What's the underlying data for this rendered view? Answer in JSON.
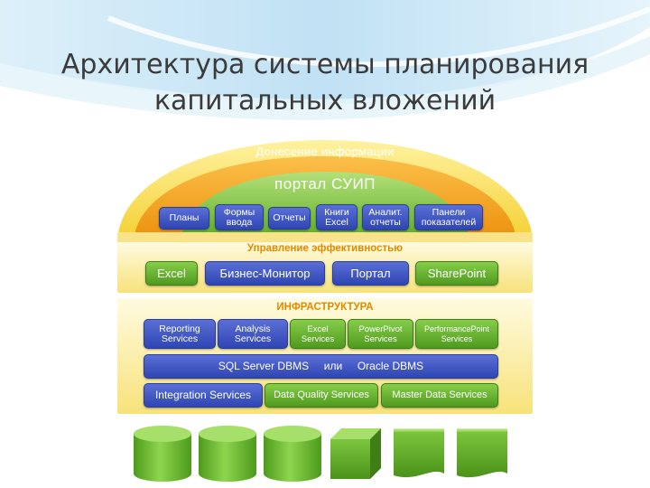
{
  "title": {
    "line1": "Архитектура системы планирования",
    "line2": "капитальных вложений"
  },
  "dome": {
    "top_label": "Донесение информации",
    "portal_label": "портал СУИП",
    "items": [
      "Планы",
      "Формы\nввода",
      "Отчеты",
      "Книги\nExcel",
      "Аналит.\nотчеты",
      "Панели\nпоказателей"
    ]
  },
  "performance": {
    "label": "Управление эффективностью",
    "items": [
      "Excel",
      "Бизнес-Монитор",
      "Портал",
      "SharePoint"
    ]
  },
  "infrastructure": {
    "label": "ИНФРАСТРУКТУРА",
    "services": [
      "Reporting\nServices",
      "Analysis\nServices",
      "Excel\nServices",
      "PowerPivot\nServices",
      "PerformancePoint\nServices"
    ],
    "dbms": "SQL Server DBMS     или     Oracle DBMS",
    "bottom": [
      "Integration Services",
      "Data Quality Services",
      "Master Data Services"
    ]
  },
  "colors": {
    "blue": "#3a50c0",
    "green": "#6ab836",
    "yellow": "#f5d23a",
    "label_orange": "#e08a00"
  }
}
